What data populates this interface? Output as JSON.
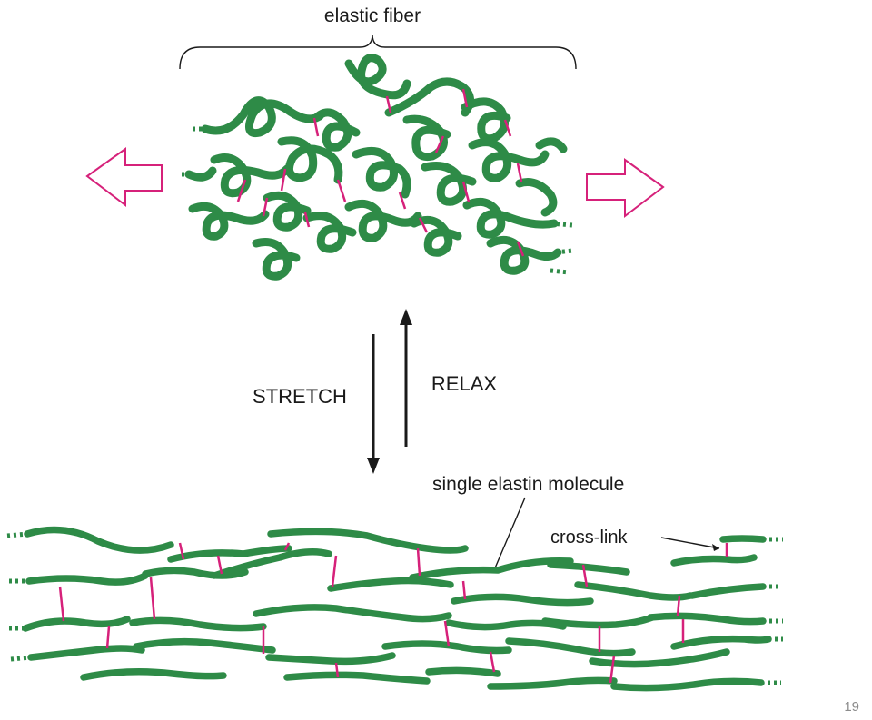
{
  "labels": {
    "elastic_fiber": "elastic fiber",
    "stretch": "STRETCH",
    "relax": "RELAX",
    "single_elastin_molecule": "single elastin molecule",
    "cross_link": "cross-link"
  },
  "page_number": "19",
  "colors": {
    "elastin": "#2e8b47",
    "cross_link": "#d6217a",
    "arrow_outline": "#d6217a",
    "text": "#1a1a1a"
  }
}
